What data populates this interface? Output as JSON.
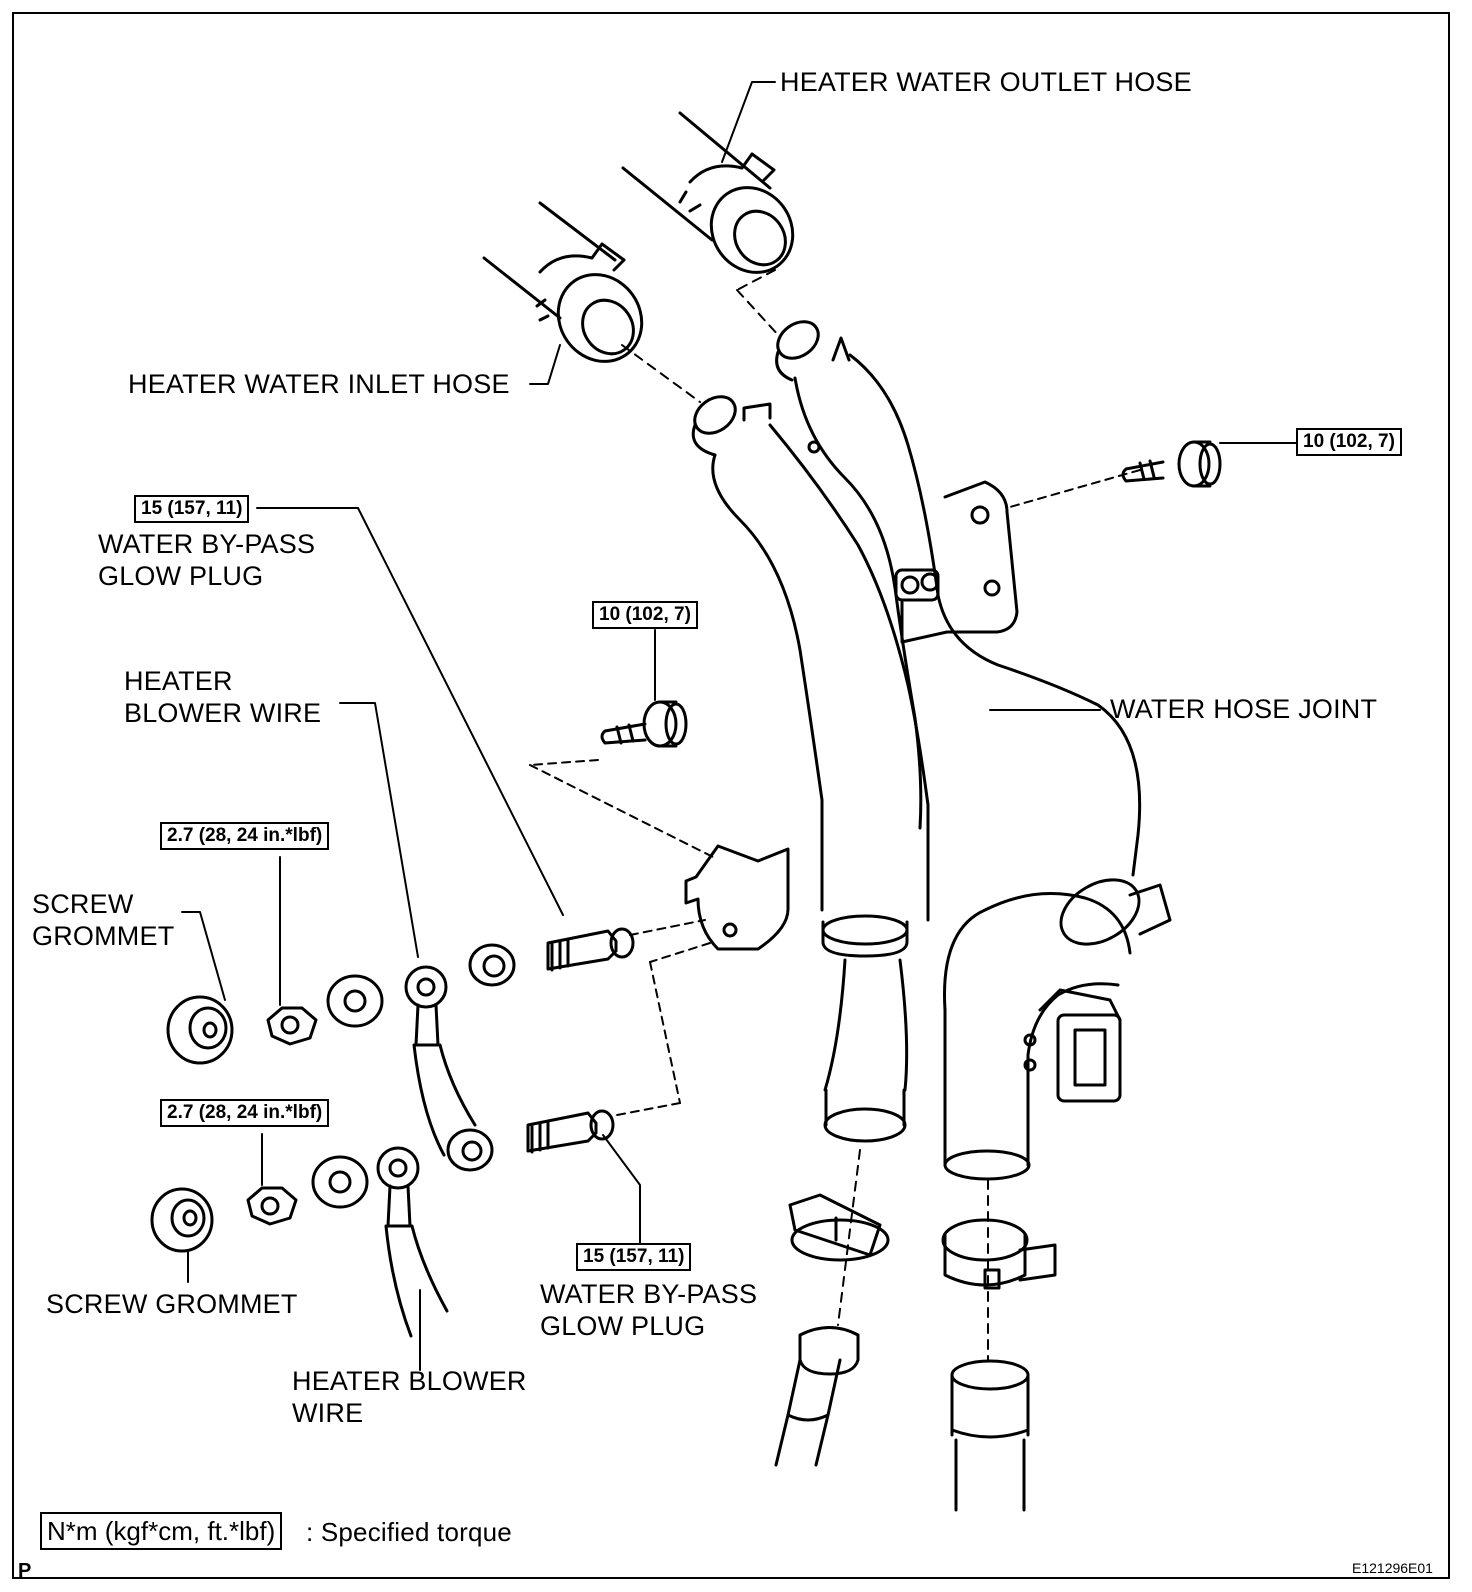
{
  "labels": {
    "outlet_hose": "HEATER WATER OUTLET HOSE",
    "inlet_hose": "HEATER WATER INLET HOSE",
    "water_hose_joint": "WATER HOSE JOINT",
    "bypass_glow_plug_upper_1": "WATER BY-PASS",
    "bypass_glow_plug_upper_2": "GLOW PLUG",
    "bypass_glow_plug_lower_1": "WATER BY-PASS",
    "bypass_glow_plug_lower_2": "GLOW PLUG",
    "blower_wire_upper_1": "HEATER",
    "blower_wire_upper_2": "BLOWER WIRE",
    "blower_wire_lower_1": "HEATER BLOWER",
    "blower_wire_lower_2": "WIRE",
    "screw_grommet_upper_1": "SCREW",
    "screw_grommet_upper_2": "GROMMET",
    "screw_grommet_lower": "SCREW GROMMET"
  },
  "torques": {
    "bolt_right": "10 (102, 7)",
    "bolt_center": "10 (102, 7)",
    "glow_plug_upper": "15 (157, 11)",
    "glow_plug_lower": "15 (157, 11)",
    "nut_upper": "2.7 (28, 24 in.*lbf)",
    "nut_lower": "2.7 (28, 24 in.*lbf)"
  },
  "legend": {
    "unit_box": "N*m (kgf*cm, ft.*lbf)",
    "text": ": Specified torque"
  },
  "corner_letter": "P",
  "figure_code": "E121296E01"
}
